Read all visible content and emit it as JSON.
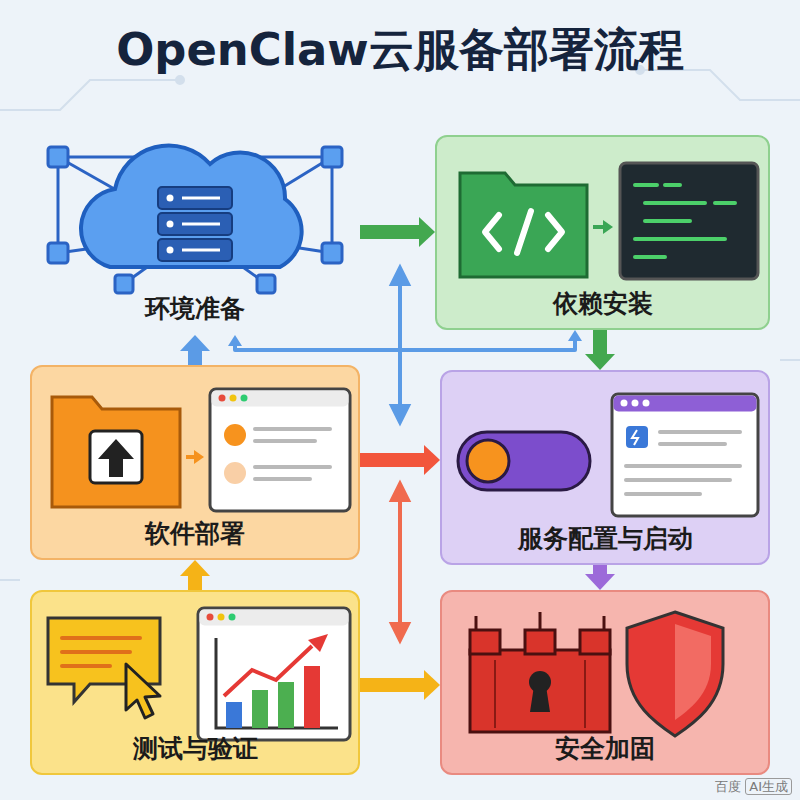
{
  "diagram": {
    "title": "OpenClaw云服备部署流程",
    "nodes": [
      {
        "text": [
          "环境准备"
        ]
      },
      {
        "text": [
          "依赖安装"
        ]
      },
      {
        "text": [
          "软件部署"
        ]
      },
      {
        "text": [
          "服务配置与启动"
        ]
      },
      {
        "text": [
          "测试与验证"
        ]
      },
      {
        "text": [
          "安全加固"
        ]
      }
    ],
    "edges": [
      {
        "from": 0,
        "to": 1,
        "arrow": "to"
      },
      {
        "from": 1,
        "to": 3,
        "arrow": "to"
      },
      {
        "from": 3,
        "to": 5,
        "arrow": "to"
      },
      {
        "from": 2,
        "to": 3,
        "arrow": "to"
      },
      {
        "from": 4,
        "to": 5,
        "arrow": "to"
      },
      {
        "from": 4,
        "to": 2,
        "arrow": "to"
      },
      {
        "from": 2,
        "to": 0,
        "arrow": "to"
      },
      {
        "from": 0,
        "to": 1,
        "arrow": "both"
      }
    ],
    "labels": [
      "百度",
      "AI生成"
    ]
  }
}
